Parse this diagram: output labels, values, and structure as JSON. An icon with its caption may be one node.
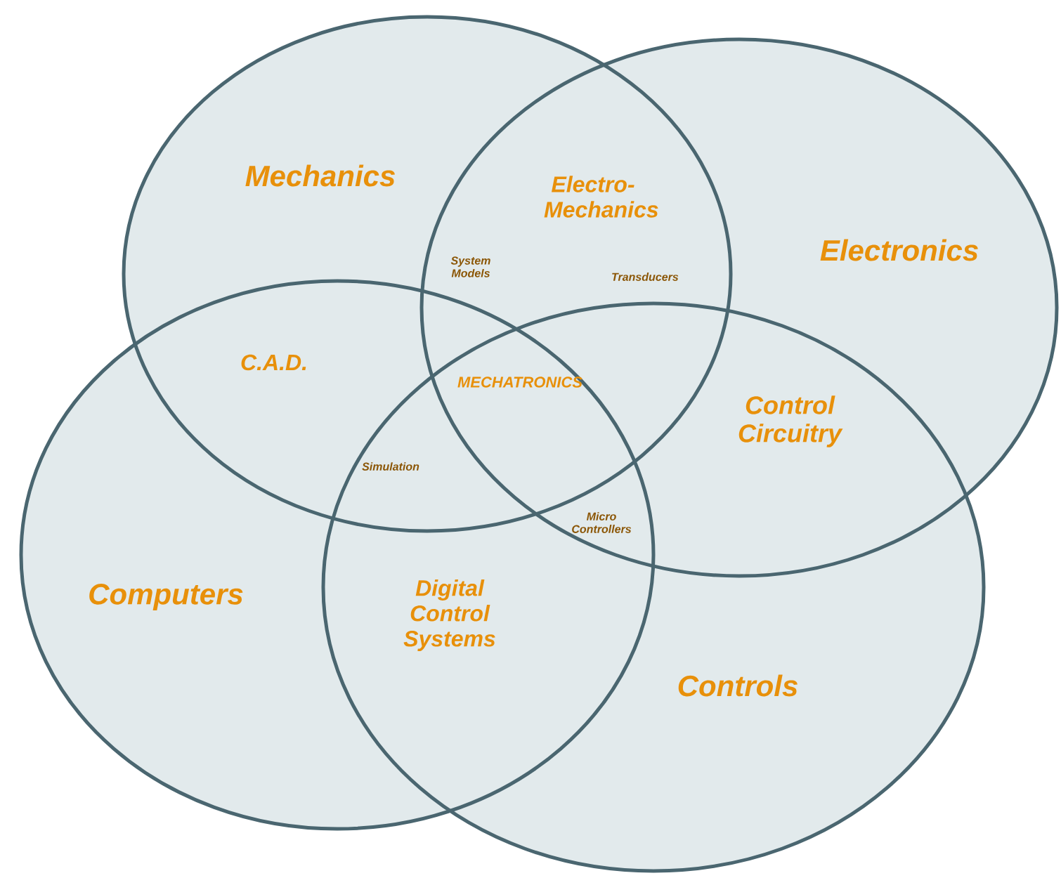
{
  "diagram": {
    "nodes": [
      {
        "text": [
          "Mechanics"
        ]
      },
      {
        "text": [
          "Electronics"
        ]
      },
      {
        "text": [
          "Computers"
        ]
      },
      {
        "text": [
          "Controls"
        ]
      }
    ],
    "labels": [
      "Electro-Mechanics",
      "System Models",
      "Transducers",
      "C.A.D.",
      "MECHATRONICS",
      "Control Circuitry",
      "Simulation",
      "Micro Controllers",
      "Digital Control Systems"
    ]
  }
}
